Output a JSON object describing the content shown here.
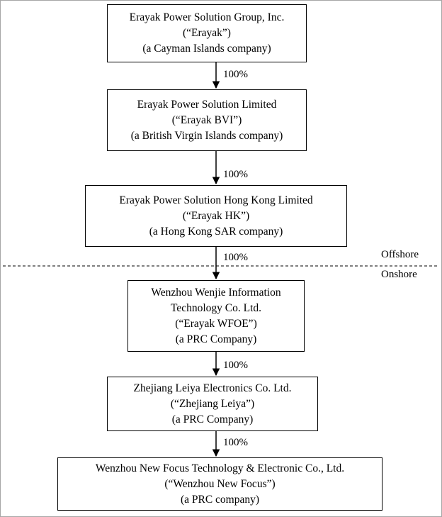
{
  "entities": [
    {
      "name": "Erayak Power Solution Group, Inc.",
      "alias": "(“Erayak”)",
      "jurisdiction": "(a Cayman Islands company)"
    },
    {
      "name": "Erayak Power Solution Limited",
      "alias": "(“Erayak BVI”)",
      "jurisdiction": "(a British Virgin Islands company)"
    },
    {
      "name": "Erayak Power Solution Hong Kong Limited",
      "alias": "(“Erayak HK”)",
      "jurisdiction": "(a Hong Kong SAR company)"
    },
    {
      "name_line1": "Wenzhou Wenjie Information",
      "name_line2": "Technology Co. Ltd.",
      "alias": "(“Erayak WFOE”)",
      "jurisdiction": "(a PRC Company)"
    },
    {
      "name": "Zhejiang Leiya Electronics Co. Ltd.",
      "alias": "(“Zhejiang Leiya”)",
      "jurisdiction": "(a PRC Company)"
    },
    {
      "name": "Wenzhou New Focus Technology & Electronic Co., Ltd.",
      "alias": "(“Wenzhou New Focus”)",
      "jurisdiction": "(a PRC company)"
    }
  ],
  "ownership": [
    "100%",
    "100%",
    "100%",
    "100%",
    "100%"
  ],
  "zones": {
    "offshore": "Offshore",
    "onshore": "Onshore"
  }
}
